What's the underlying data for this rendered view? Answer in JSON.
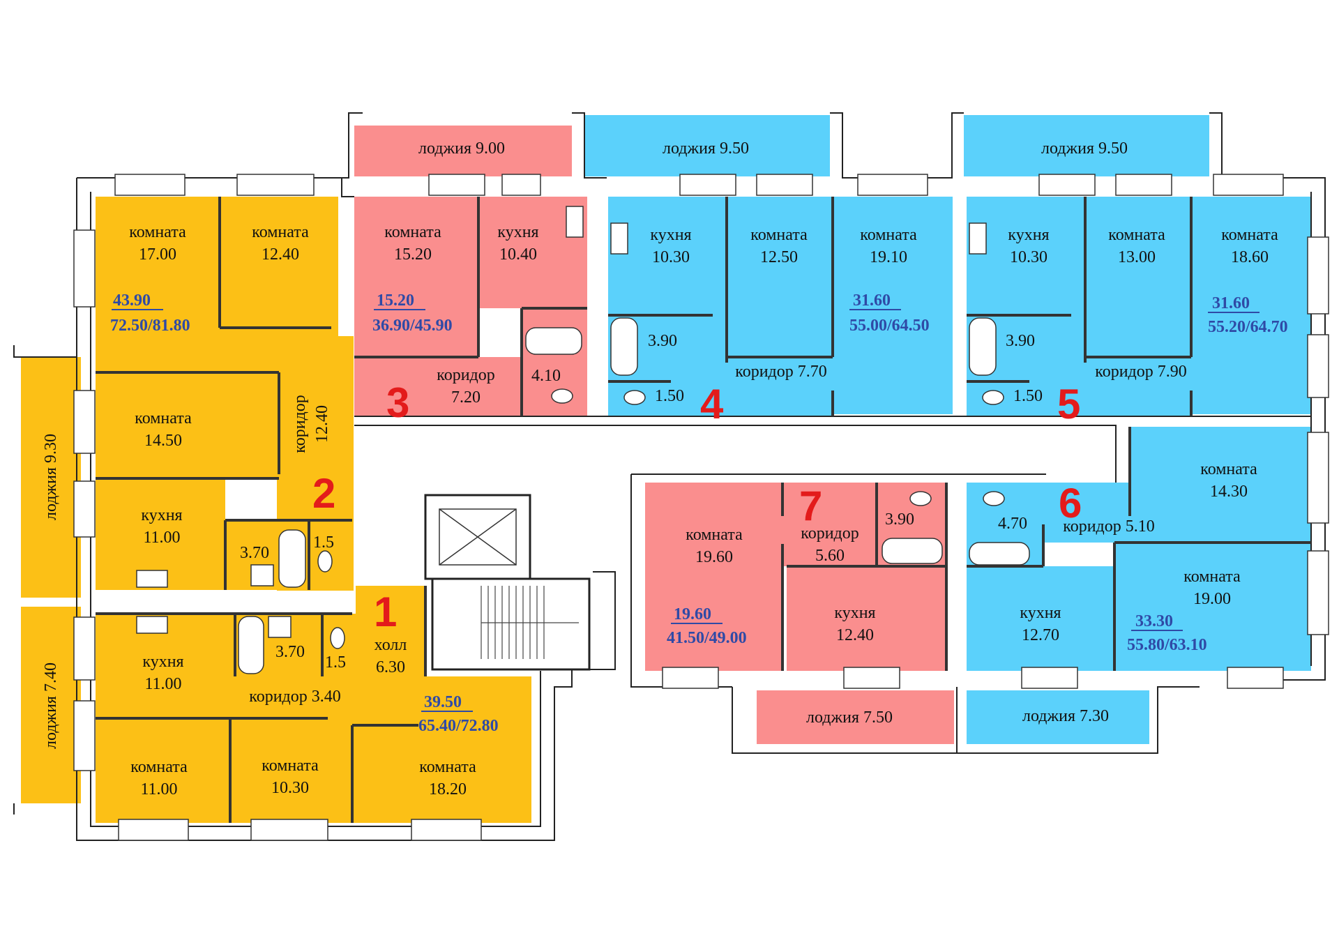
{
  "colors": {
    "orange": "#fcc016",
    "pink": "#fa8e8e",
    "blue": "#5bd1fb",
    "wall": "#ffffff",
    "apartment_number": "#e31b1b",
    "summary_text": "#2f4aa6"
  },
  "labels": [
    {
      "name": "loggia-a3",
      "l1": "лоджия 9.00"
    },
    {
      "name": "loggia-a4",
      "l1": "лоджия 9.50"
    },
    {
      "name": "loggia-a5",
      "l1": "лоджия 9.50"
    },
    {
      "name": "a2-room-17",
      "l1": "комната",
      "l2": "17.00"
    },
    {
      "name": "a2-room-12-40",
      "l1": "комната",
      "l2": "12.40"
    },
    {
      "name": "a3-room-15-20",
      "l1": "комната",
      "l2": "15.20"
    },
    {
      "name": "a3-kitchen",
      "l1": "кухня",
      "l2": "10.40"
    },
    {
      "name": "a4-kitchen",
      "l1": "кухня",
      "l2": "10.30"
    },
    {
      "name": "a4-room-12-50",
      "l1": "комната",
      "l2": "12.50"
    },
    {
      "name": "a4-room-19-10",
      "l1": "комната",
      "l2": "19.10"
    },
    {
      "name": "a5-kitchen",
      "l1": "кухня",
      "l2": "10.30"
    },
    {
      "name": "a5-room-13",
      "l1": "комната",
      "l2": "13.00"
    },
    {
      "name": "a5-room-18-60",
      "l1": "комната",
      "l2": "18.60"
    },
    {
      "name": "a2-room-14-50",
      "l1": "комната",
      "l2": "14.50"
    },
    {
      "name": "a2-kitchen",
      "l1": "кухня",
      "l2": "11.00"
    },
    {
      "name": "a2-bath-3-70",
      "l1": "3.70"
    },
    {
      "name": "a2-wc",
      "l1": "1.5"
    },
    {
      "name": "a3-corridor",
      "l1": "коридор",
      "l2": "7.20"
    },
    {
      "name": "a3-bath",
      "l1": "4.10"
    },
    {
      "name": "a4-bath",
      "l1": "3.90"
    },
    {
      "name": "a4-wc",
      "l1": "1.50"
    },
    {
      "name": "a4-corridor",
      "l1": "коридор 7.70"
    },
    {
      "name": "a5-bath",
      "l1": "3.90"
    },
    {
      "name": "a5-wc",
      "l1": "1.50"
    },
    {
      "name": "a5-corridor",
      "l1": "коридор 7.90"
    },
    {
      "name": "a6-room-14-30",
      "l1": "комната",
      "l2": "14.30"
    },
    {
      "name": "a7-room-19-60",
      "l1": "комната",
      "l2": "19.60"
    },
    {
      "name": "a7-corridor",
      "l1": "коридор",
      "l2": "5.60"
    },
    {
      "name": "a7-bath",
      "l1": "3.90"
    },
    {
      "name": "a6-bath",
      "l1": "4.70"
    },
    {
      "name": "a6-corridor",
      "l1": "коридор 5.10"
    },
    {
      "name": "a6-room-19",
      "l1": "комната",
      "l2": "19.00"
    },
    {
      "name": "a7-kitchen",
      "l1": "кухня",
      "l2": "12.40"
    },
    {
      "name": "a6-kitchen",
      "l1": "кухня",
      "l2": "12.70"
    },
    {
      "name": "a1-kitchen",
      "l1": "кухня",
      "l2": "11.00"
    },
    {
      "name": "a1-bath",
      "l1": "3.70"
    },
    {
      "name": "a1-wc",
      "l1": "1.5"
    },
    {
      "name": "hall",
      "l1": "холл",
      "l2": "6.30"
    },
    {
      "name": "a1-corridor",
      "l1": "коридор 3.40"
    },
    {
      "name": "a1-room-11",
      "l1": "комната",
      "l2": "11.00"
    },
    {
      "name": "a1-room-10-30",
      "l1": "комната",
      "l2": "10.30"
    },
    {
      "name": "a1-room-18-20",
      "l1": "комната",
      "l2": "18.20"
    },
    {
      "name": "loggia-a7",
      "l1": "лоджия 7.50"
    },
    {
      "name": "loggia-a6",
      "l1": "лоджия 7.30"
    }
  ],
  "rotated_labels": [
    {
      "name": "a2-corridor",
      "l1": "коридор",
      "l2": "12.40"
    },
    {
      "name": "loggia-a2",
      "l1": "лоджия 9.30"
    },
    {
      "name": "loggia-a1",
      "l1": "лоджия 7.40"
    }
  ],
  "summaries": [
    {
      "name": "a2-summary",
      "living": "43.90",
      "total": "72.50/81.80"
    },
    {
      "name": "a3-summary",
      "living": "15.20",
      "total": "36.90/45.90"
    },
    {
      "name": "a4-summary",
      "living": "31.60",
      "total": "55.00/64.50"
    },
    {
      "name": "a5-summary",
      "living": "31.60",
      "total": "55.20/64.70"
    },
    {
      "name": "a7-summary",
      "living": "19.60",
      "total": "41.50/49.00"
    },
    {
      "name": "a6-summary",
      "living": "33.30",
      "total": "55.80/63.10"
    },
    {
      "name": "a1-summary",
      "living": "39.50",
      "total": "65.40/72.80"
    }
  ],
  "apartment_numbers": [
    "1",
    "2",
    "3",
    "4",
    "5",
    "6",
    "7"
  ]
}
